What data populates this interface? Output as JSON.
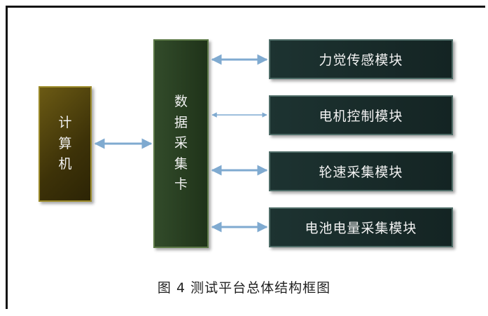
{
  "computer": {
    "label_chars": [
      "计",
      "算",
      "机"
    ]
  },
  "daq_card": {
    "label_chars": [
      "数",
      "据",
      "采",
      "集",
      "卡"
    ]
  },
  "modules": [
    {
      "label": "力觉传感模块"
    },
    {
      "label": "电机控制模块"
    },
    {
      "label": "轮速采集模块"
    },
    {
      "label": "电池电量采集模块"
    }
  ],
  "caption": "图 4  测试平台总体结构框图",
  "colors": {
    "computer_fill": "#4a3d0c",
    "computer_border": "#9c8b2a",
    "daq_fill": "#2a4023",
    "module_fill": "#182b29",
    "arrow": "#7faad0"
  }
}
